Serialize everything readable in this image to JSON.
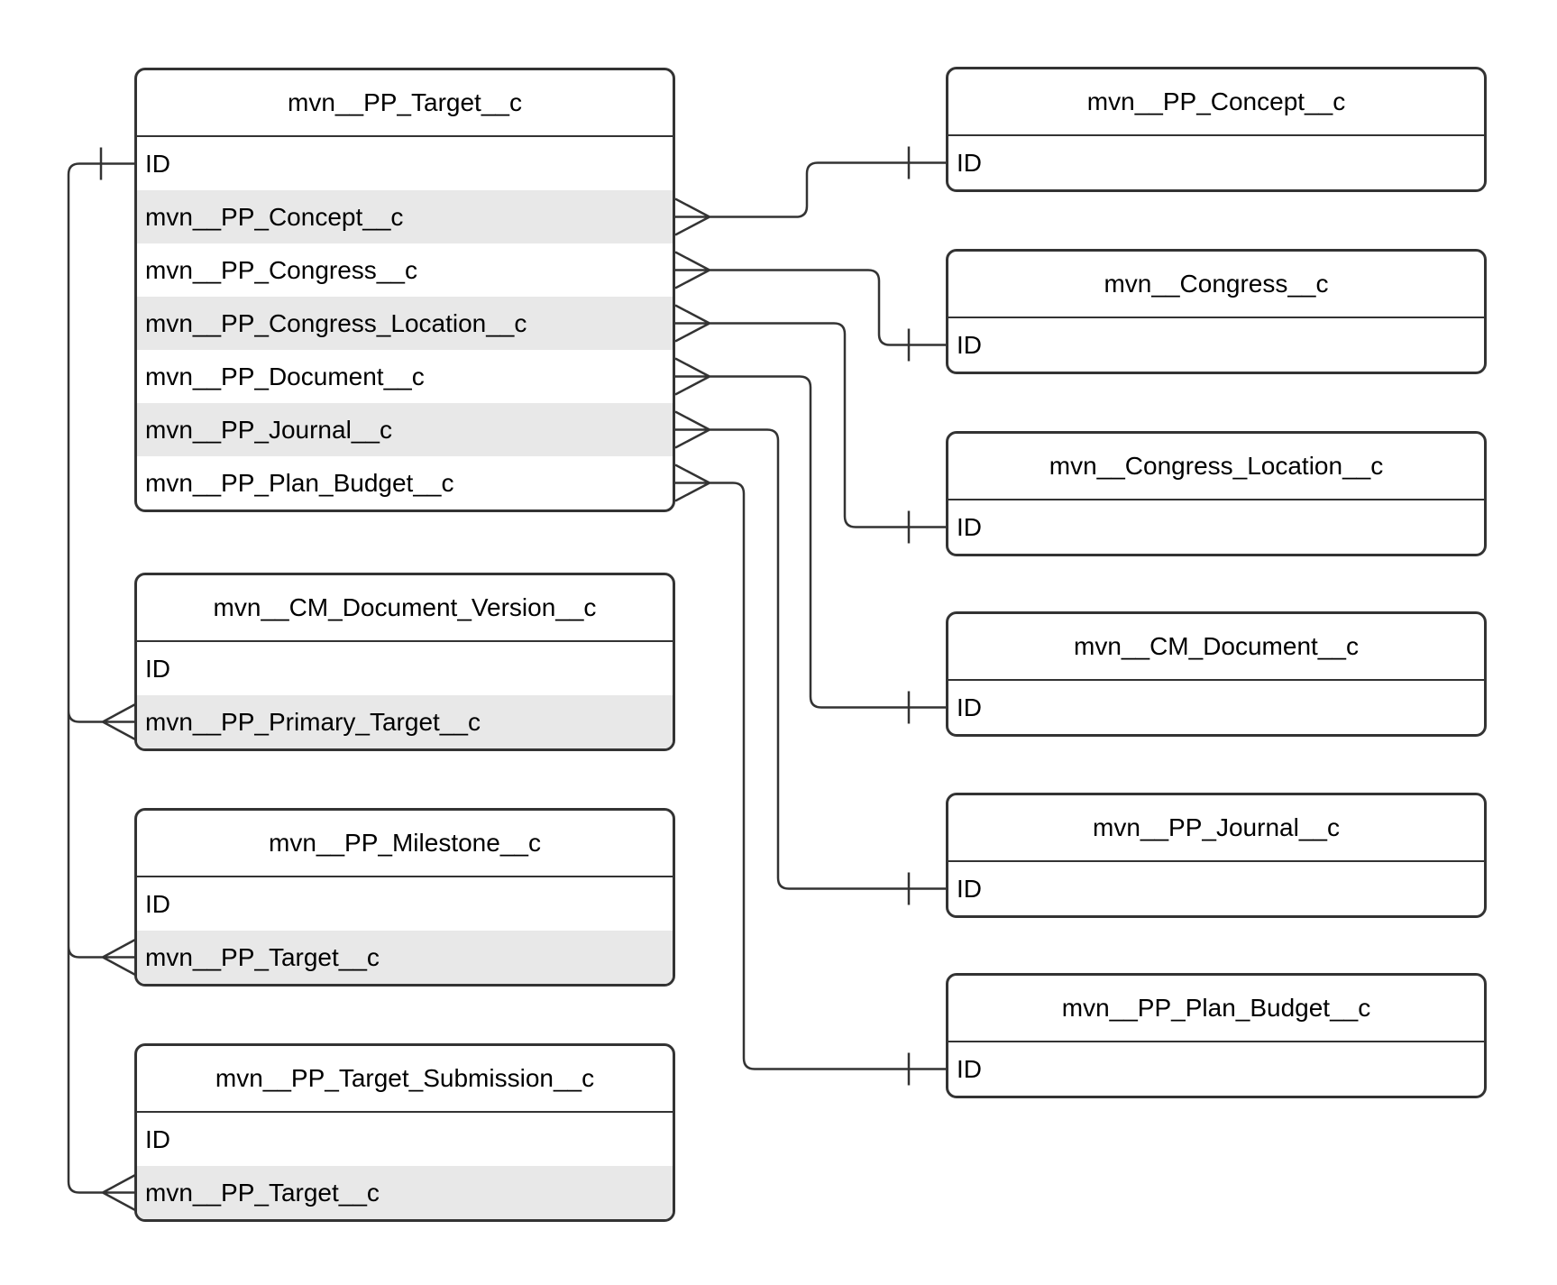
{
  "diagram": {
    "type": "entity-relationship-diagram",
    "colors": {
      "background": "#ffffff",
      "entity_fill": "#ffffff",
      "alt_row_fill": "#e8e8e8",
      "line_and_border": "#333333",
      "text": "#000000"
    },
    "entities": [
      {
        "name": "mvn__PP_Target__c",
        "fields": [
          "ID",
          "mvn__PP_Concept__c",
          "mvn__PP_Congress__c",
          "mvn__PP_Congress_Location__c",
          "mvn__PP_Document__c",
          "mvn__PP_Journal__c",
          "mvn__PP_Plan_Budget__c"
        ]
      },
      {
        "name": "mvn__CM_Document_Version__c",
        "fields": [
          "ID",
          "mvn__PP_Primary_Target__c"
        ]
      },
      {
        "name": "mvn__PP_Milestone__c",
        "fields": [
          "ID",
          "mvn__PP_Target__c"
        ]
      },
      {
        "name": "mvn__PP_Target_Submission__c",
        "fields": [
          "ID",
          "mvn__PP_Target__c"
        ]
      },
      {
        "name": "mvn__PP_Concept__c",
        "fields": [
          "ID"
        ]
      },
      {
        "name": "mvn__Congress__c",
        "fields": [
          "ID"
        ]
      },
      {
        "name": "mvn__Congress_Location__c",
        "fields": [
          "ID"
        ]
      },
      {
        "name": "mvn__CM_Document__c",
        "fields": [
          "ID"
        ]
      },
      {
        "name": "mvn__PP_Journal__c",
        "fields": [
          "ID"
        ]
      },
      {
        "name": "mvn__PP_Plan_Budget__c",
        "fields": [
          "ID"
        ]
      }
    ],
    "relationships": [
      {
        "from": "mvn__PP_Target__c",
        "from_field": "mvn__PP_Concept__c",
        "to": "mvn__PP_Concept__c",
        "to_field": "ID",
        "cardinality": "many-to-one"
      },
      {
        "from": "mvn__PP_Target__c",
        "from_field": "mvn__PP_Congress__c",
        "to": "mvn__Congress__c",
        "to_field": "ID",
        "cardinality": "many-to-one"
      },
      {
        "from": "mvn__PP_Target__c",
        "from_field": "mvn__PP_Congress_Location__c",
        "to": "mvn__Congress_Location__c",
        "to_field": "ID",
        "cardinality": "many-to-one"
      },
      {
        "from": "mvn__PP_Target__c",
        "from_field": "mvn__PP_Document__c",
        "to": "mvn__CM_Document__c",
        "to_field": "ID",
        "cardinality": "many-to-one"
      },
      {
        "from": "mvn__PP_Target__c",
        "from_field": "mvn__PP_Journal__c",
        "to": "mvn__PP_Journal__c",
        "to_field": "ID",
        "cardinality": "many-to-one"
      },
      {
        "from": "mvn__PP_Target__c",
        "from_field": "mvn__PP_Plan_Budget__c",
        "to": "mvn__PP_Plan_Budget__c",
        "to_field": "ID",
        "cardinality": "many-to-one"
      },
      {
        "from": "mvn__CM_Document_Version__c",
        "from_field": "mvn__PP_Primary_Target__c",
        "to": "mvn__PP_Target__c",
        "to_field": "ID",
        "cardinality": "many-to-one"
      },
      {
        "from": "mvn__PP_Milestone__c",
        "from_field": "mvn__PP_Target__c",
        "to": "mvn__PP_Target__c",
        "to_field": "ID",
        "cardinality": "many-to-one"
      },
      {
        "from": "mvn__PP_Target_Submission__c",
        "from_field": "mvn__PP_Target__c",
        "to": "mvn__PP_Target__c",
        "to_field": "ID",
        "cardinality": "many-to-one"
      }
    ]
  }
}
